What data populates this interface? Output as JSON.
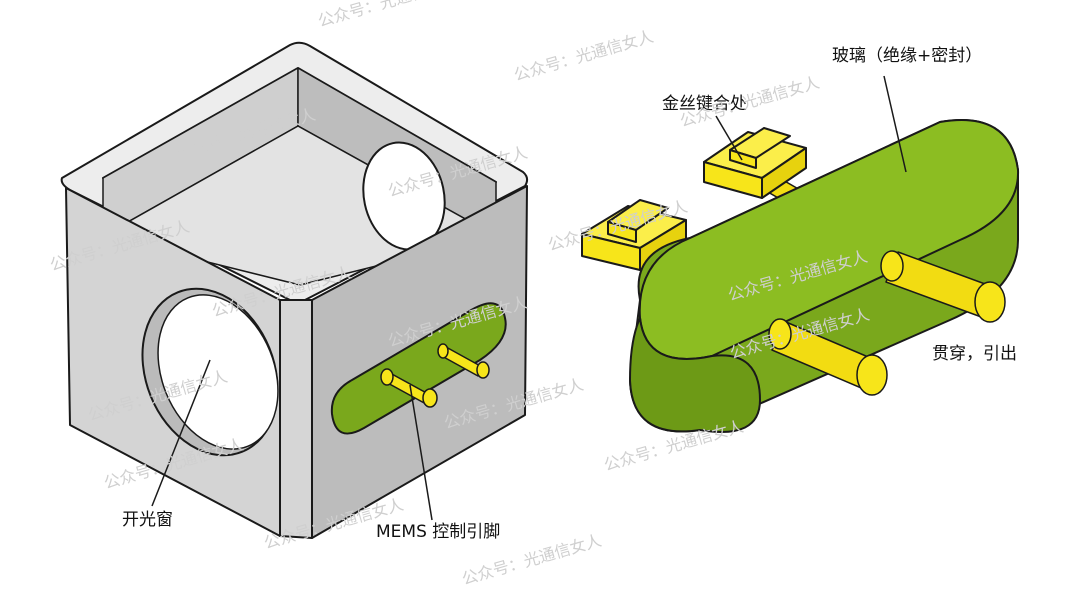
{
  "labels": {
    "window": "开光窗",
    "mems_pins": "MEMS 控制引脚",
    "glass": "玻璃（绝缘+密封）",
    "gold_bond": "金丝键合处",
    "feedthrough": "贯穿，引出"
  },
  "watermark": "公众号：光通信女人",
  "colors": {
    "housing_light": "#e0e0e0",
    "housing_mid": "#c8c8c8",
    "housing_dark": "#a9a9a9",
    "glass_green": "#7aa81c",
    "glass_green_light": "#8cbd22",
    "pin_yellow": "#f7e51a",
    "outline": "#1a1a1a"
  }
}
